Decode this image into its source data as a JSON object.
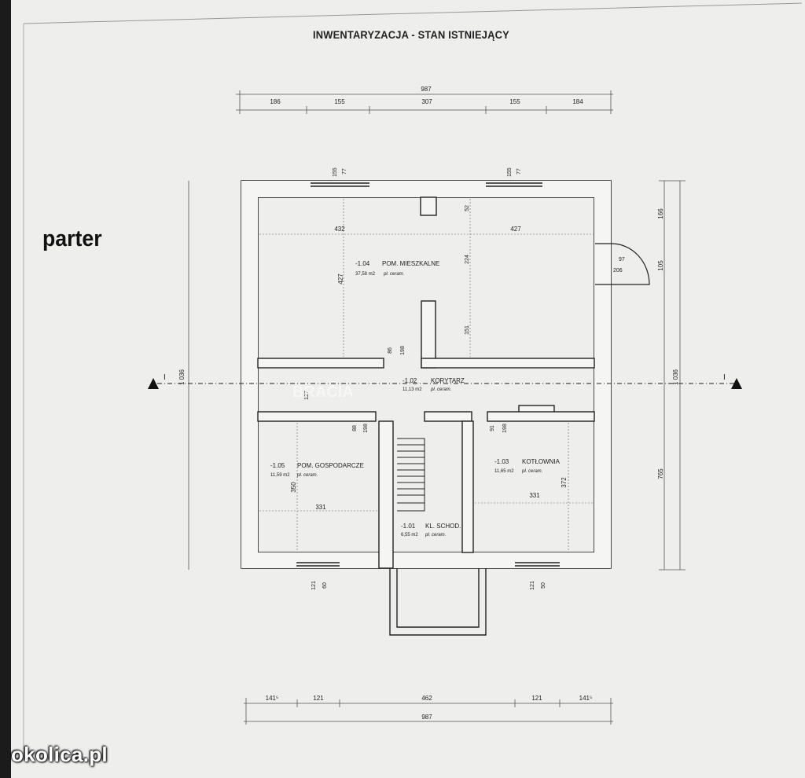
{
  "title": "INWENTARYZACJA - STAN ISTNIEJĄCY",
  "floor_label": "parter",
  "watermark": "okolica.pl",
  "faded_watermark": "BRACIA",
  "dimensions": {
    "top_total": "987",
    "top_segments": [
      "186",
      "155",
      "307",
      "155",
      "184"
    ],
    "window_top_left": [
      "155",
      "77"
    ],
    "window_top_right": [
      "155",
      "77"
    ],
    "right_upper": "166",
    "right_door": "105",
    "door_width": "97",
    "door_height": "206",
    "side_total_left": "1 036",
    "side_total_right": "1 036",
    "right_lower": "765",
    "living_width_left": "432",
    "living_width_right": "427",
    "living_height": "427",
    "pier_52": "52",
    "pier_224": "224",
    "pier_151": "151",
    "opening_86": "86",
    "opening_198": "198",
    "corridor_127": "127",
    "opening_88": "88",
    "opening_198b": "198",
    "opening_91": "91",
    "opening_198c": "198",
    "utility_height": "350",
    "utility_width": "331",
    "boiler_width": "331",
    "boiler_height": "372",
    "window_bottom_left": [
      "121",
      "60"
    ],
    "window_bottom_right": [
      "121",
      "50"
    ],
    "bottom_segments": [
      "141⁵",
      "121",
      "462",
      "121",
      "141⁵"
    ],
    "bottom_total": "987",
    "section_mark": "I"
  },
  "rooms": [
    {
      "number": "-1.04",
      "name": "POM. MIESZKALNE",
      "area": "37,58 m2",
      "floor": "pł. ceram."
    },
    {
      "number": "-1.02",
      "name": "KORYTARZ",
      "area": "11,13 m2",
      "floor": "pł. ceram."
    },
    {
      "number": "-1.05",
      "name": "POM. GOSPODARCZE",
      "area": "11,59 m2",
      "floor": "pł. ceram."
    },
    {
      "number": "-1.03",
      "name": "KOTŁOWNIA",
      "area": "11,65 m2",
      "floor": "pł. ceram."
    },
    {
      "number": "-1.01",
      "name": "KL. SCHOD.",
      "area": "6,55 m2",
      "floor": "pł. ceram."
    }
  ]
}
